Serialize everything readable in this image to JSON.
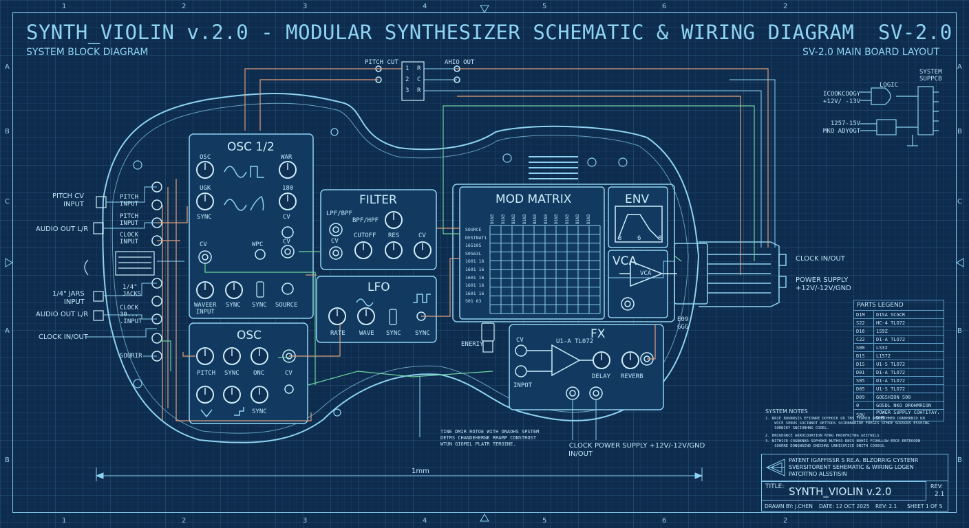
{
  "header": {
    "title": "SYNTH_VIOLIN v.2.0 - MODULAR SYNTHESIZER SCHEMATIC & WIRING DIAGRAM",
    "code": "SV-2.0",
    "left_subtitle": "SYSTEM BLOCK DIAGRAM",
    "right_subtitle": "SV-2.0 MAIN BOARD LAYOUT"
  },
  "rulers": {
    "columns": [
      "1",
      "2",
      "3",
      "4",
      "5",
      "6",
      "2"
    ],
    "rows_left": [
      "A",
      "B",
      "C",
      "A",
      "B"
    ],
    "rows_right": [
      "A",
      "B",
      "C",
      "B",
      "B"
    ]
  },
  "top_jacks": {
    "pitch_label": "PITCH CUT",
    "audio_label": "AHIO OUT",
    "pins_left": [
      "1",
      "2",
      "3"
    ],
    "pins_right": [
      "R",
      "C",
      "R"
    ]
  },
  "left_io": {
    "pitch_cv_input": "PITCH CV\nINPUT",
    "audio_out_lr": "AUDIO OUT L/R",
    "jacks_input": "1/4\" JARS\nINPUT",
    "audio_out_lr_2": "AUDIO OUT L/R",
    "clock_in_out": "CLOCK IN/OUT",
    "jack_labels": [
      "PITCH\nINPUT",
      "PITCH\nINPUT",
      "CLOCK\nINPUT",
      "1/4\"\nJACKS",
      "CLOCK\n30...\n.INPUT",
      "SOURIR"
    ]
  },
  "osc12": {
    "title": "OSC 1/2",
    "knob_labels": [
      "OSC",
      "WAR",
      "UGK",
      "180",
      "SYNC",
      "CV",
      "CV",
      "WPC",
      "CV",
      "WAVEER\nINPUT",
      "SYNC",
      "SYNC",
      "SOURCE"
    ]
  },
  "osc": {
    "title": "OSC",
    "knob_labels": [
      "PITCH",
      "SYNC",
      "ONC",
      "CV",
      "SYNC"
    ]
  },
  "filter": {
    "title": "FILTER",
    "labels": [
      "LPF/BPF",
      "BPF/HPF",
      "CV",
      "CUTOFF",
      "RES",
      "CV"
    ]
  },
  "lfo": {
    "title": "LFO",
    "labels": [
      "RATE",
      "WAVE",
      "SYNC",
      "SYNC"
    ]
  },
  "mod_matrix": {
    "title": "MOD MATRIX",
    "columns": [
      "D1N3",
      "D1N3",
      "B1N3",
      "D1N3",
      "B1N3",
      "D1N3",
      "D1N3",
      "D1N3",
      "B1N3",
      "D1N3"
    ],
    "rows": [
      "SOURCE",
      "DESTNAT1",
      "165105",
      "S0G63L",
      "1601 16",
      "1601 16",
      "1601 16",
      "1601 16",
      "1601 16",
      "S01 63"
    ]
  },
  "env": {
    "title": "ENV",
    "marks": [
      "8",
      "6",
      "8"
    ]
  },
  "vca": {
    "title": "VCA",
    "amp_label": "VCA",
    "side_label": "E09\nGGG"
  },
  "fx": {
    "title": "FX",
    "labels": [
      "CV",
      "U1-A TL072",
      "DELAY",
      "REVERB",
      "INPOT",
      "ENERIY"
    ]
  },
  "bottom_connectors": {
    "clock": "CLOCK\nIN/OUT",
    "power": "POWER SUPPLY +12V/-12V/GND"
  },
  "right_connectors": {
    "clock": "CLOCK IN/OUT",
    "power": "POWER SUPPLY\n+12V/-12V/GND"
  },
  "logic": {
    "logic_label": "LOGIC",
    "system_label": "SYSTEM\nSUPPCB",
    "line1": "ICOOKCOOGY\n+12V/ -13V",
    "line2": "1257-15V\nMKO ADYOGT"
  },
  "annotation": "TINE DMIR ROTOE WITH ONAOHS SPSTEM\nDETRS CHANDEHERNE RRAMP CONSTROST\nWTUN GIOMIL PLATR TEROINE.",
  "dimension_label": "1mm",
  "parts_legend": {
    "title": "PARTS LEGEND",
    "rows": [
      [
        "D1M",
        "D1SA SCGCR"
      ],
      [
        "S22",
        "HC-4 TLO72"
      ],
      [
        "D16",
        "1S9Z"
      ],
      [
        "C22",
        "D1-A TLO72"
      ],
      [
        "S00",
        "LS32"
      ],
      [
        "D1S",
        "L1572"
      ],
      [
        "D1S",
        "U1-S TLO72"
      ],
      [
        "D01",
        "D1-A TLO72"
      ],
      [
        "S05",
        "D1-A TLO72"
      ],
      [
        "D05",
        "U1-S TLO72"
      ],
      [
        "D09",
        "GOGSHION S00"
      ],
      [
        "0",
        "GOSDL NKO DROHMRION"
      ],
      [
        "S0V",
        "POWER SUPPLY COHTITAY. DHS"
      ]
    ]
  },
  "system_notes": {
    "title": "SYSTEM NOTES",
    "items": [
      "1. NRIE BOUNRSIS EFIONRE DOYHOCK OD TNS FERMIB OERCHTHMER DOKNHRNIO KN\n    WICE SENUS SOCINNOT OETTORS SOIEBNRRIDE FREGIS STHRE SOUSORS ESSEING\n    SORNIKY GNCIOBHNG COOEL.",
      "2. BNIUDORCE GKROCDDRTION NTRG PROOFRITNG GEITNILS",
      "3. NITHICE COGNKNAR SOFHOKE NUTHSS DNIS NOHII FCOHLLOW ERCE ENTROODN\n    SOORRE DONGNGIND GNICHNG UNHISOVICE DNITH COOOGS."
    ]
  },
  "title_block": {
    "header": "PATENT IGAFFISSR S RE.A. BLZORRIG CYSTENR\nSVERSITORENT SEHEMATIC & WIRING LOGEN\nPATCRTNO ALSSTISIN",
    "title_label": "TITLE:",
    "title_value": "SYNTH_VIOLIN v.2.0",
    "rev_label": "REV:",
    "rev_value": "2.1",
    "drawn_by": "DRAWN BY: J.CHEN",
    "date": "DATE: 12 OCT 2025",
    "rev": "REV: 2.1",
    "sheet": "SHEET 1 OF S"
  },
  "colors": {
    "background": "#0d2c4e",
    "line": "#8fd3f2",
    "wire_orange": "#e0a07c",
    "wire_green": "#6fd3a0",
    "panel": "#123a60"
  }
}
